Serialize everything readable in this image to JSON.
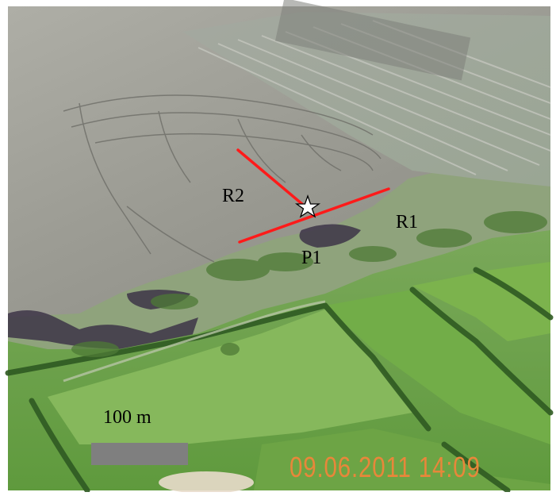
{
  "labels": {
    "r1": "R1",
    "r2": "R2",
    "p1": "P1",
    "scale": "100 m"
  },
  "timestamp": "09.06.2011 14:09",
  "colors": {
    "transect_line": "#ff1a1a",
    "scale_bar": "#7f7f7f",
    "timestamp": "#e8873a",
    "bog_surface": "#9a9a92",
    "field_green": "#6aa442"
  },
  "icons": {
    "site_marker": "star-icon"
  }
}
